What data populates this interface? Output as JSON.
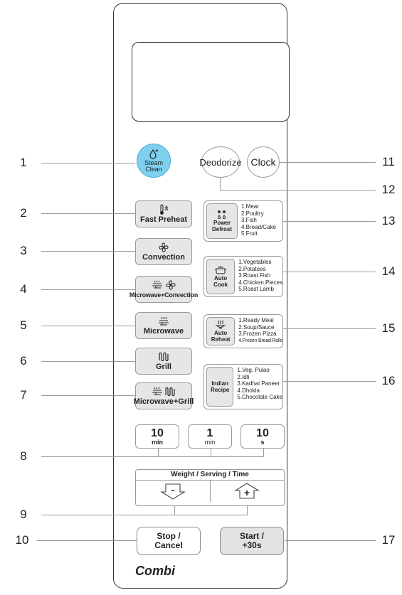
{
  "callouts": [
    "1",
    "2",
    "3",
    "4",
    "5",
    "6",
    "7",
    "8",
    "9",
    "10",
    "11",
    "12",
    "13",
    "14",
    "15",
    "16",
    "17"
  ],
  "buttons": {
    "steam_clean": {
      "line1": "Steam",
      "line2": "Clean"
    },
    "deodorize": "Deodorize",
    "clock": "Clock",
    "fast_preheat": "Fast Preheat",
    "convection": "Convection",
    "microwave_convection": "Microwave+Convection",
    "microwave": "Microwave",
    "grill": "Grill",
    "microwave_grill": "Microwave+Grill",
    "stop_cancel": {
      "line1": "Stop /",
      "line2": "Cancel"
    },
    "start": {
      "line1": "Start /",
      "line2": "+30s"
    }
  },
  "menus": {
    "power_defrost": {
      "title1": "Power",
      "title2": "Defrost",
      "items": [
        "1.Meat",
        "2.Poultry",
        "3.Fish",
        "4.Bread/Cake",
        "5.Fruit"
      ]
    },
    "auto_cook": {
      "title1": "Auto",
      "title2": "Cook",
      "items": [
        "1.Vegetables",
        "2.Potatoes",
        "3.Roast Fish",
        "4.Chicken Pieces",
        "5.Roast Lamb"
      ]
    },
    "auto_reheat": {
      "title1": "Auto",
      "title2": "Reheat",
      "items": [
        "1.Ready Meal",
        "2.Soup/Sauce",
        "3.Frozen Pizza",
        "4.Frozen Bread Rolls"
      ]
    },
    "indian_recipe": {
      "title1": "Indian",
      "title2": "Recipe",
      "items": [
        "1.Veg. Pulao",
        "2.Idli",
        "3.Kadhai Paneer",
        "4.Dhokla",
        "5.Chocolate Cake"
      ]
    }
  },
  "time_buttons": [
    {
      "value": "10",
      "unit": "min"
    },
    {
      "value": "1",
      "unit": "min"
    },
    {
      "value": "10",
      "unit": "s"
    }
  ],
  "weight": {
    "title": "Weight / Serving / Time",
    "minus": "-",
    "plus": "+"
  },
  "brand": "Combi"
}
